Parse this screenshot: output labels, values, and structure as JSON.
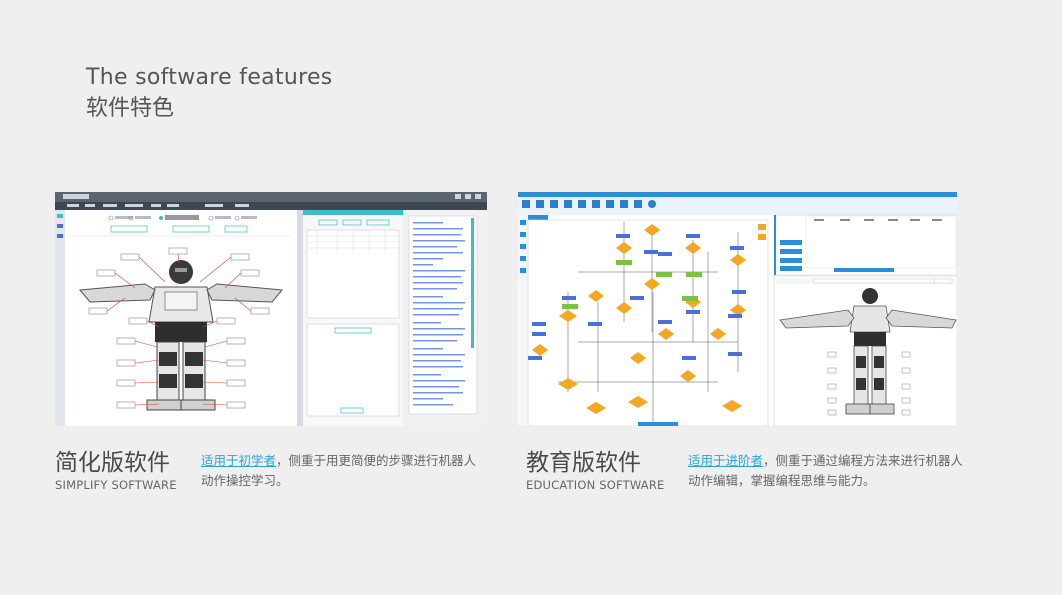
{
  "heading": {
    "title_en": "The software features",
    "title_zh": "软件特色"
  },
  "products": [
    {
      "title_zh": "简化版软件",
      "title_en": "SIMPLIFY SOFTWARE",
      "highlight": "适用于初学者",
      "desc": "，侧重于用更简便的步骤进行机器人动作操控学习。"
    },
    {
      "title_zh": "教育版软件",
      "title_en": "EDUCATION SOFTWARE",
      "highlight": "适用于进阶者",
      "desc": "，侧重于通过编程方法来进行机器人动作编辑，掌握编程思维与能力。"
    }
  ],
  "colors": {
    "accent": "#28a6d8",
    "background": "#efeff0",
    "flow_node": "#f5a623",
    "flow_box": "#4a6fd8",
    "flow_green": "#7cc242",
    "teal": "#3bbfbf"
  }
}
